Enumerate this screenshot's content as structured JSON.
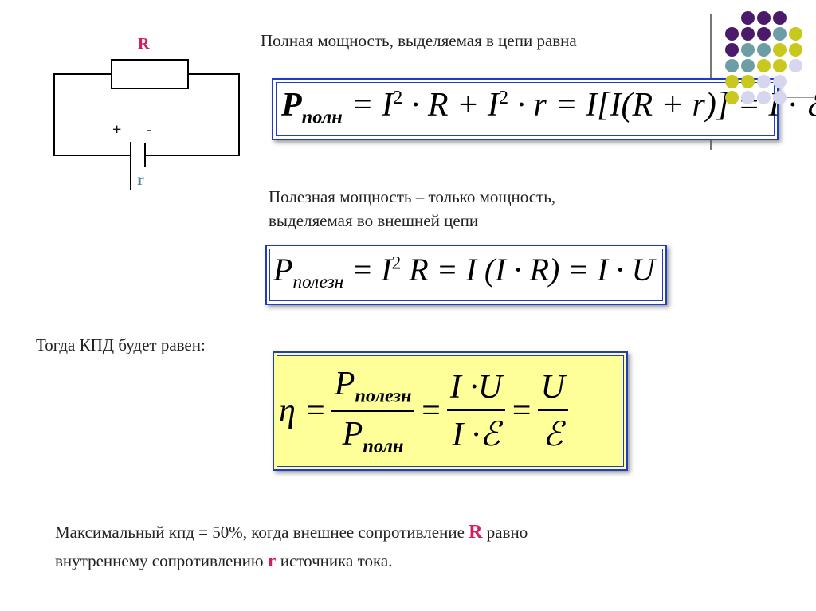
{
  "circuit": {
    "resistor_label": "R",
    "internal_label": "r",
    "plus": "+",
    "minus": "-"
  },
  "full_power": {
    "caption": "Полная мощность, выделяемая в цепи равна",
    "P": "P",
    "sub": "полн",
    "rhs_1": "= I",
    "sq1": "2",
    "rhs_2": "· R + I",
    "sq2": "2",
    "rhs_3": "· r = I[I(R + r)] = I · ℰ"
  },
  "useful_power": {
    "caption_line1": "Полезная мощность – только мощность,",
    "caption_line2": "выделяемая во внешней цепи",
    "P": "P",
    "sub": "полезн",
    "rhs_1": "= I",
    "sq": "2",
    "rhs_2": "R = I (I · R) = I · U"
  },
  "efficiency": {
    "caption": "Тогда КПД будет равен:",
    "eta": "η =",
    "frac1_num_P": "P",
    "frac1_num_sub": "полезн",
    "frac1_den_P": "P",
    "frac1_den_sub": "полн",
    "eq2": "=",
    "frac2_num": "I ·U",
    "frac2_den": "I ·ℰ",
    "eq3": "=",
    "frac3_num": "U",
    "frac3_den": "ℰ"
  },
  "conclusion": {
    "line1_a": "Максимальный кпд = 50%, когда внешнее сопротивление ",
    "line1_R": "R",
    "line1_b": " равно",
    "line2_a": "внутреннему сопротивлению ",
    "line2_r": "r",
    "line2_b": " источника тока."
  },
  "colors": {
    "accent_blue": "#1e3cc8",
    "highlight_red": "#d81b60",
    "dot_purple": "#4b1a6b",
    "dot_teal": "#6d9ea6",
    "dot_yellow": "#c8c81e",
    "dot_lavender": "#d6d6ee"
  }
}
